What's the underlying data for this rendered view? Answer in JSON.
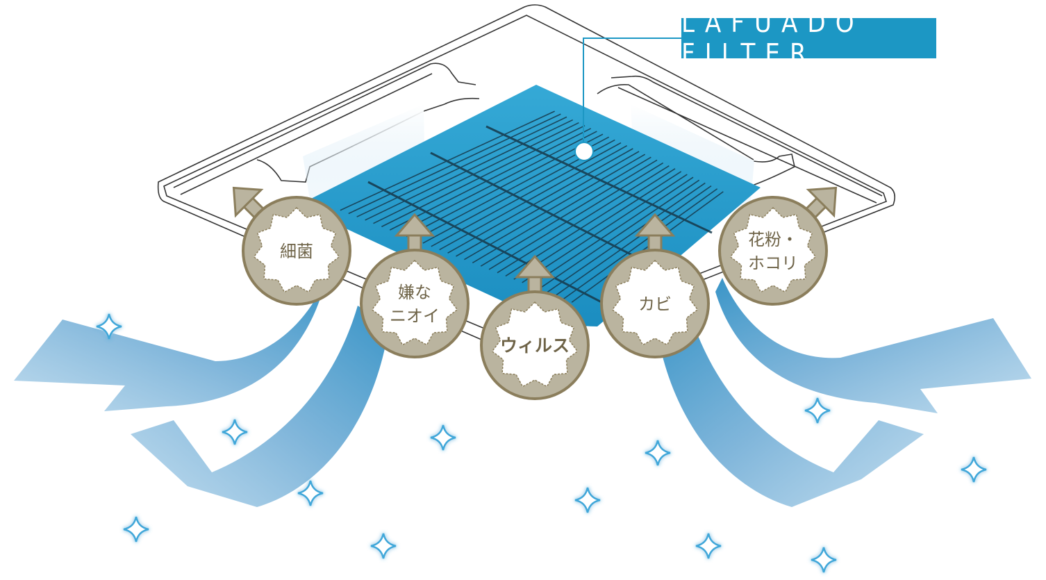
{
  "filter_label": "LAFUADO FILTER",
  "colors": {
    "accent": "#1c97c4",
    "filter_blue": "#2a9fcd",
    "air_flow": "#7fb4d6",
    "badge_fill": "#bab49f",
    "badge_border": "#8b7e5c",
    "badge_text": "#6e6347"
  },
  "pollutants": [
    {
      "id": "bacteria",
      "lines": [
        "細菌"
      ],
      "bold": false
    },
    {
      "id": "odor",
      "lines": [
        "嫌な",
        "ニオイ"
      ],
      "bold": false
    },
    {
      "id": "virus",
      "lines": [
        "ウィルス"
      ],
      "bold": true
    },
    {
      "id": "mold",
      "lines": [
        "カビ"
      ],
      "bold": false
    },
    {
      "id": "pollen-dust",
      "lines": [
        "花粉・",
        "ホコリ"
      ],
      "bold": false
    }
  ],
  "icons": [
    "arrow-up-icon",
    "sparkle-icon",
    "leader-dot-icon"
  ]
}
